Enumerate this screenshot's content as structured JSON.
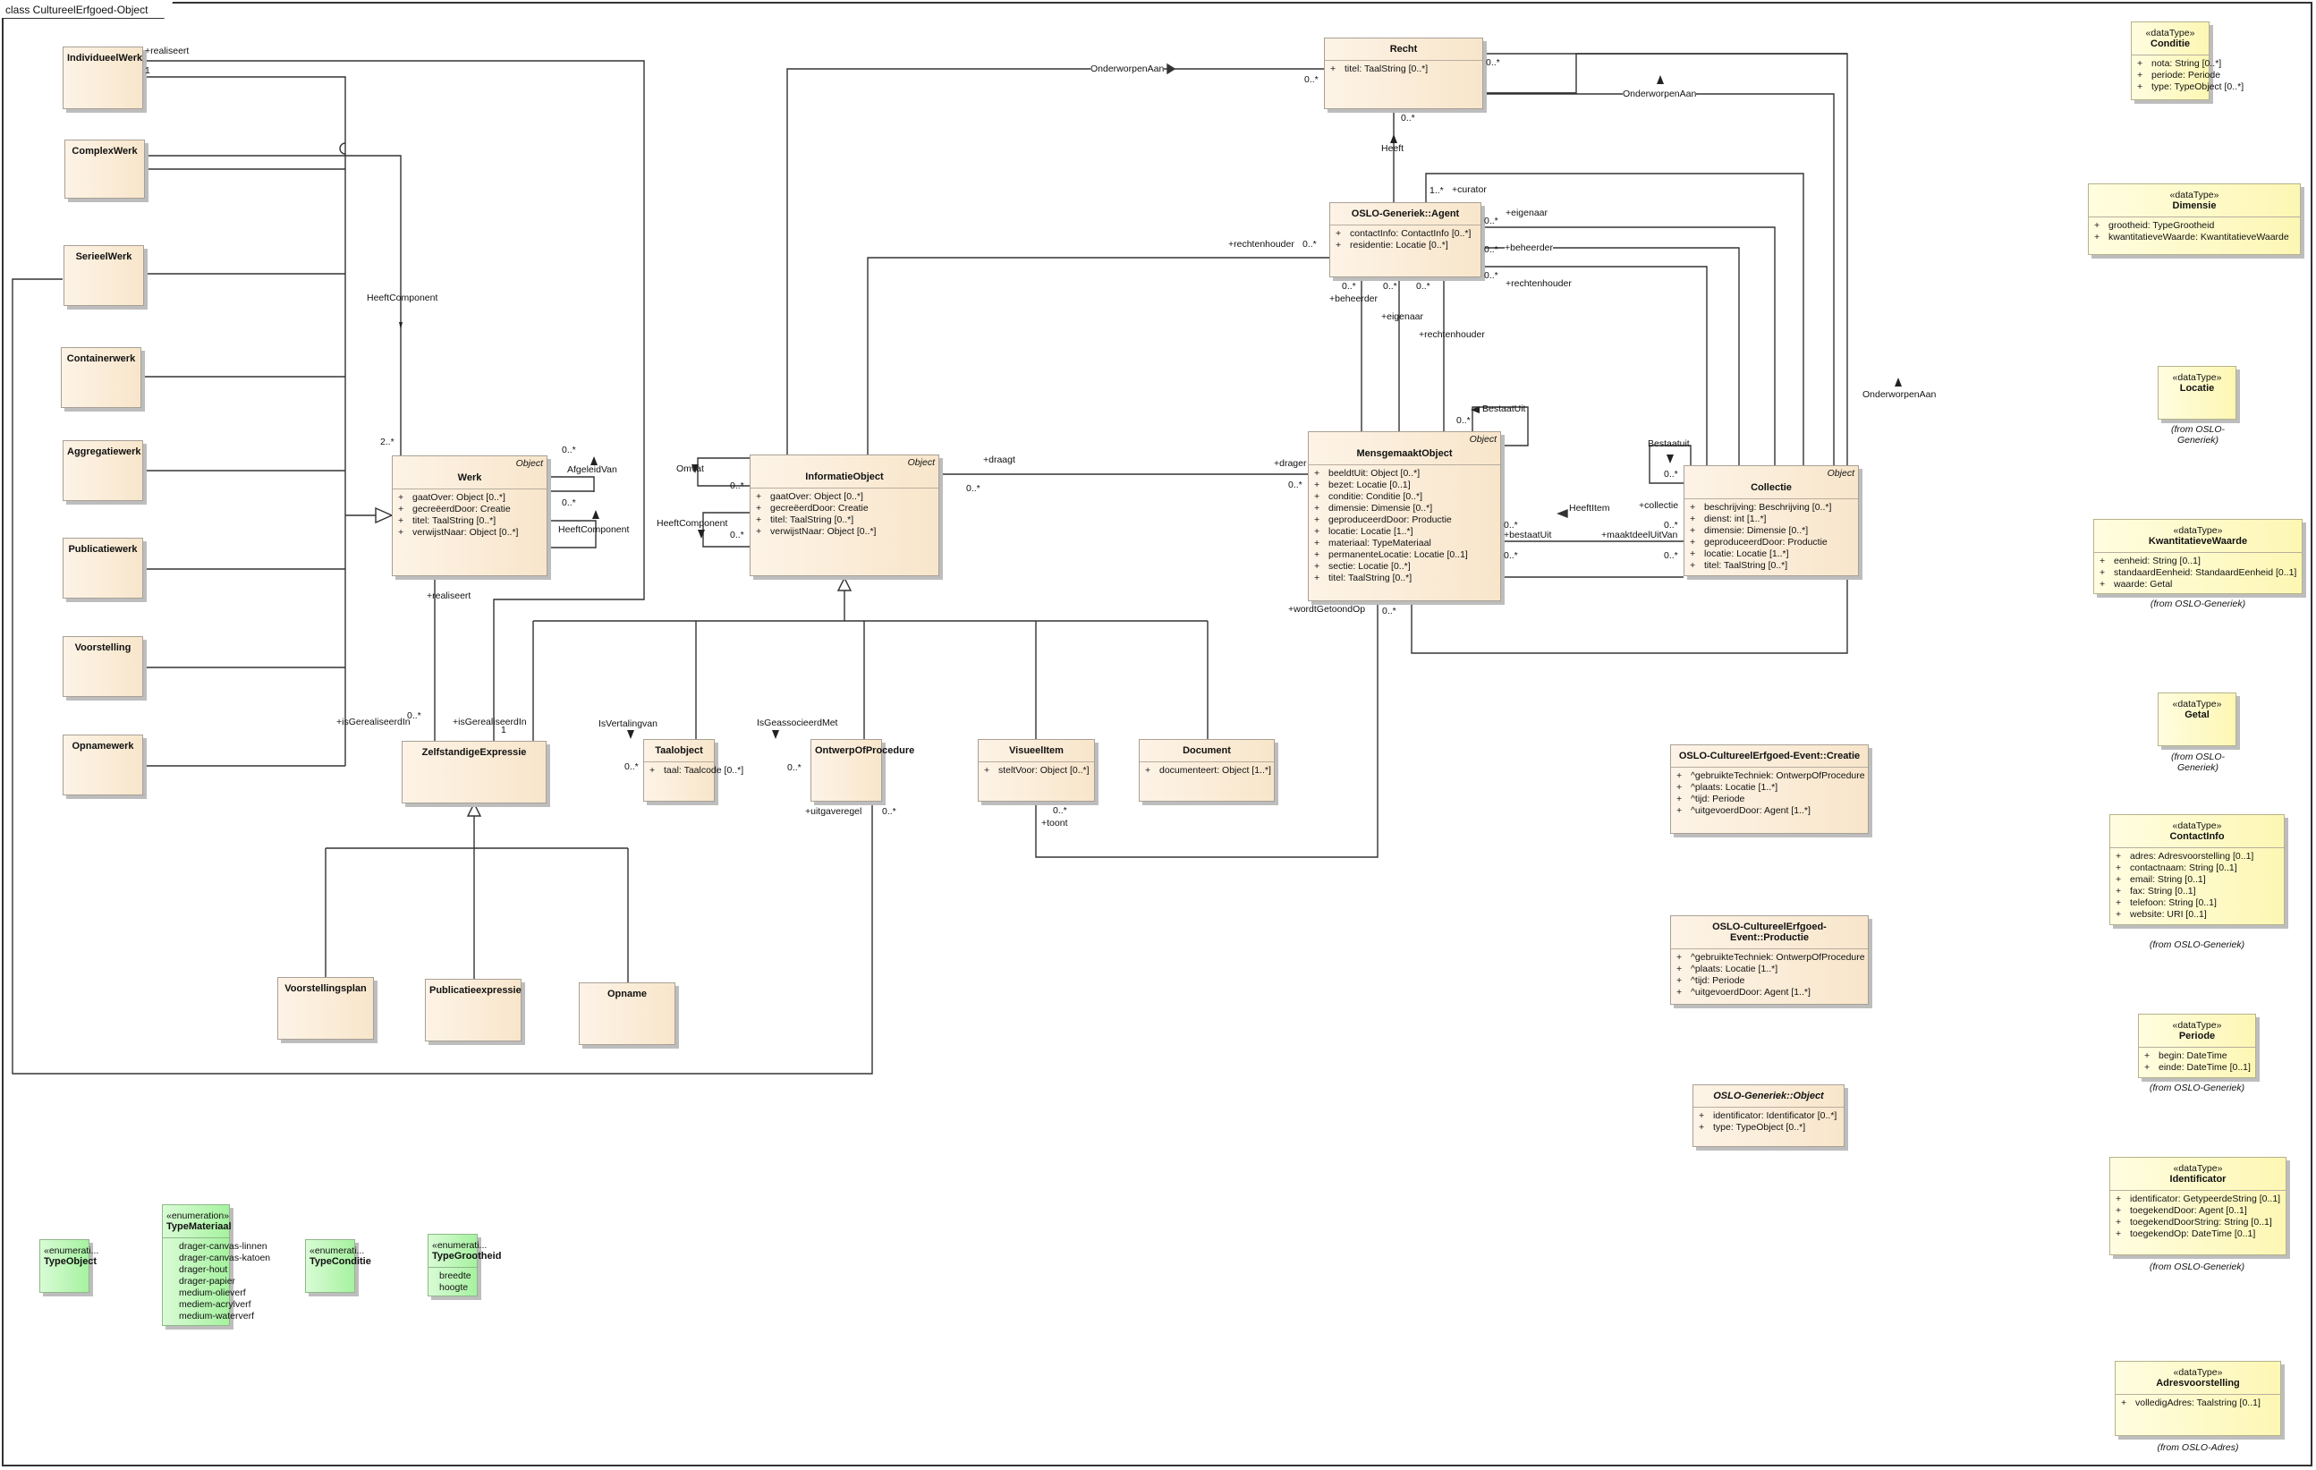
{
  "diagram": {
    "title": "class CultureelErfgoed-Object"
  },
  "classes": {
    "individueelWerk": {
      "name": "IndividueelWerk"
    },
    "complexWerk": {
      "name": "ComplexWerk"
    },
    "serieelWerk": {
      "name": "SerieelWerk"
    },
    "containerwerk": {
      "name": "Containerwerk"
    },
    "aggregatiewerk": {
      "name": "Aggregatiewerk"
    },
    "publicatiewerk": {
      "name": "Publicatiewerk"
    },
    "voorstelling": {
      "name": "Voorstelling"
    },
    "opnamewerk": {
      "name": "Opnamewerk"
    },
    "werk": {
      "name": "Werk",
      "tag": "Object",
      "attributes": [
        "gaatOver: Object [0..*]",
        "gecreëerdDoor: Creatie",
        "titel: TaalString [0..*]",
        "verwijstNaar: Object [0..*]"
      ]
    },
    "zelfstandigeExpressie": {
      "name": "ZelfstandigeExpressie"
    },
    "voorstellingsplan": {
      "name": "Voorstellingsplan"
    },
    "publicatieexpressie": {
      "name": "Publicatieexpressie"
    },
    "opname": {
      "name": "Opname"
    },
    "informatieObject": {
      "name": "InformatieObject",
      "tag": "Object",
      "attributes": [
        "gaatOver: Object [0..*]",
        "gecreëerdDoor: Creatie",
        "titel: TaalString [0..*]",
        "verwijstNaar: Object [0..*]"
      ]
    },
    "taalobject": {
      "name": "Taalobject",
      "attributes": [
        "taal: Taalcode [0..*]"
      ]
    },
    "ontwerpOfProcedure": {
      "name": "OntwerpOfProcedure"
    },
    "visueelItem": {
      "name": "VisueelItem",
      "attributes": [
        "steltVoor: Object [0..*]"
      ]
    },
    "document": {
      "name": "Document",
      "attributes": [
        "documenteert: Object [1..*]"
      ]
    },
    "recht": {
      "name": "Recht",
      "attributes": [
        "titel: TaalString [0..*]"
      ]
    },
    "agent": {
      "name": "OSLO-Generiek::Agent",
      "attributes": [
        "contactInfo: ContactInfo [0..*]",
        "residentie: Locatie [0..*]"
      ]
    },
    "mensgemaaktObject": {
      "name": "MensgemaaktObject",
      "tag": "Object",
      "attributes": [
        "beeldtUit: Object [0..*]",
        "bezet: Locatie [0..1]",
        "conditie: Conditie [0..*]",
        "dimensie: Dimensie [0..*]",
        "geproduceerdDoor: Productie",
        "locatie: Locatie [1..*]",
        "materiaal: TypeMateriaal",
        "permanenteLocatie: Locatie [0..1]",
        "sectie: Locatie [0..*]",
        "titel: TaalString [0..*]"
      ]
    },
    "collectie": {
      "name": "Collectie",
      "tag": "Object",
      "attributes": [
        "beschrijving: Beschrijving [0..*]",
        "dienst: int [1..*]",
        "dimensie: Dimensie [0..*]",
        "geproduceerdDoor: Productie",
        "locatie: Locatie [1..*]",
        "titel: TaalString [0..*]"
      ]
    },
    "creatie": {
      "name": "OSLO-CultureelErfgoed-Event::Creatie",
      "attributes": [
        "^gebruikteTechniek: OntwerpOfProcedure",
        "^plaats: Locatie [1..*]",
        "^tijd: Periode",
        "^uitgevoerdDoor: Agent [1..*]"
      ]
    },
    "productie": {
      "name": "OSLO-CultureelErfgoed-Event::Productie",
      "attributes": [
        "^gebruikteTechniek: OntwerpOfProcedure",
        "^plaats: Locatie [1..*]",
        "^tijd: Periode",
        "^uitgevoerdDoor: Agent [1..*]"
      ]
    },
    "genObject": {
      "name": "OSLO-Generiek::Object",
      "attributes": [
        "identificator: Identificator [0..*]",
        "type: TypeObject [0..*]"
      ]
    }
  },
  "datatypes": {
    "stereotype": "«dataType»",
    "conditie": {
      "name": "Conditie",
      "attributes": [
        "nota: String [0..*]",
        "periode: Periode",
        "type: TypeObject [0..*]"
      ]
    },
    "dimensie": {
      "name": "Dimensie",
      "attributes": [
        "grootheid: TypeGrootheid",
        "kwantitatieveWaarde: KwantitatieveWaarde"
      ]
    },
    "locatie": {
      "name": "Locatie",
      "from": "(from OSLO-Generiek)"
    },
    "kwantitatieveWaarde": {
      "name": "KwantitatieveWaarde",
      "attributes": [
        "eenheid: String [0..1]",
        "standaardEenheid: StandaardEenheid [0..1]",
        "waarde: Getal"
      ],
      "from": "(from OSLO-Generiek)"
    },
    "getal": {
      "name": "Getal",
      "from": "(from OSLO-Generiek)"
    },
    "contactInfo": {
      "name": "ContactInfo",
      "attributes": [
        "adres: Adresvoorstelling [0..1]",
        "contactnaam: String [0..1]",
        "email: String [0..1]",
        "fax: String [0..1]",
        "telefoon: String [0..1]",
        "website: URI [0..1]"
      ],
      "from": "(from OSLO-Generiek)"
    },
    "periode": {
      "name": "Periode",
      "attributes": [
        "begin: DateTime",
        "einde: DateTime [0..1]"
      ],
      "from": "(from OSLO-Generiek)"
    },
    "identificator": {
      "name": "Identificator",
      "attributes": [
        "identificator: GetypeerdeString [0..1]",
        "toegekendDoor: Agent [0..1]",
        "toegekendDoorString: String [0..1]",
        "toegekendOp: DateTime [0..1]"
      ],
      "from": "(from OSLO-Generiek)"
    },
    "adresvoorstelling": {
      "name": "Adresvoorstelling",
      "attributes": [
        "volledigAdres: Taalstring [0..1]"
      ],
      "from": "(from OSLO-Adres)"
    }
  },
  "enumerations": {
    "stereotype_full": "«enumeration»",
    "stereotype_short": "«enumerati...",
    "typeObject": {
      "name": "TypeObject"
    },
    "typeMateriaal": {
      "name": "TypeMateriaal",
      "literals": [
        "drager-canvas-linnen",
        "drager-canvas-katoen",
        "drager-hout",
        "drager-papier",
        "medium-olieverf",
        "mediem-acrylverf",
        "medium-waterverf"
      ]
    },
    "typeConditie": {
      "name": "TypeConditie"
    },
    "typeGrootheid": {
      "name": "TypeGrootheid",
      "literals": [
        "breedte",
        "hoogte"
      ]
    }
  },
  "labels": {
    "realiseert_top": "+realiseert",
    "one_top": "1",
    "heeftComponent_werk": "HeeftComponent",
    "two_many": "2..*",
    "afgeleidVan": "AfgeleidVan",
    "werk_m1": "0..*",
    "werk_m2": "0..*",
    "heeftComponent_self": "HeeftComponent",
    "realiseert_bottom": "+realiseert",
    "isGerealiseerdIn_left": "+isGerealiseerdIn",
    "isGerealiseerdIn_left_m": "0..*",
    "isGerealiseerdIn_right": "+isGerealiseerdIn",
    "isGerealiseerdIn_right_m": "1",
    "omvat": "Omvat",
    "omvat_m": "0..*",
    "heeftComponent_io": "HeeftComponent",
    "heeftComponent_io_m": "0..*",
    "draagt": "+draagt",
    "draagt_m": "0..*",
    "drager": "+drager",
    "drager_m": "0..*",
    "onderworpenAan_top": "OnderworpenAan",
    "recht_m_left": "0..*",
    "recht_m_right": "0..*",
    "onderworpenAan_mid": "OnderworpenAan",
    "onderworpenAan_right": "OnderworpenAan",
    "recht_heeft_m": "0..*",
    "heeft": "Heeft",
    "curator_m": "1..*",
    "curator": "+curator",
    "eigenaar_r_m": "0..*",
    "eigenaar_r": "+eigenaar",
    "beheerder_r_m": "0..*",
    "beheerder_r": "+beheerder",
    "rechtenhouder_r_m": "0..*",
    "rechtenhouder_r": "+rechtenhouder",
    "rechtenhouder_l": "+rechtenhouder",
    "rechtenhouder_l_m": "0..*",
    "beheerder_b_m": "0..*",
    "beheerder_b": "+beheerder",
    "eigenaar_b_m": "0..*",
    "eigenaar_b": "+eigenaar",
    "rechtenhouder_b_m": "0..*",
    "rechtenhouder_b": "+rechtenhouder",
    "bestaatUit_self": "BestaatUit",
    "bestaatUit_self_m": "0..*",
    "bestaatuit_col": "Bestaatuit",
    "bestaatuit_col_m": "0..*",
    "heeftItem": "HeeftItem",
    "collectie": "+collectie",
    "mo_m1": "0..*",
    "col_m1": "0..*",
    "bestaatUit": "+bestaatUit",
    "maaktdeelUitVan": "+maaktdeelUitVan",
    "mo_m2": "0..*",
    "col_m2": "0..*",
    "wordtGetoondOp": "+wordtGetoondOp",
    "wordtGetoondOp_m": "0..*",
    "isVertalingvan": "IsVertalingvan",
    "isVertalingvan_m": "0..*",
    "isGeassocieerdMet": "IsGeassocieerdMet",
    "isGeassocieerdMet_m": "0..*",
    "uitgaveregel": "+uitgaveregel",
    "uitgaveregel_m": "0..*",
    "toont_m": "0..*",
    "toont": "+toont"
  }
}
